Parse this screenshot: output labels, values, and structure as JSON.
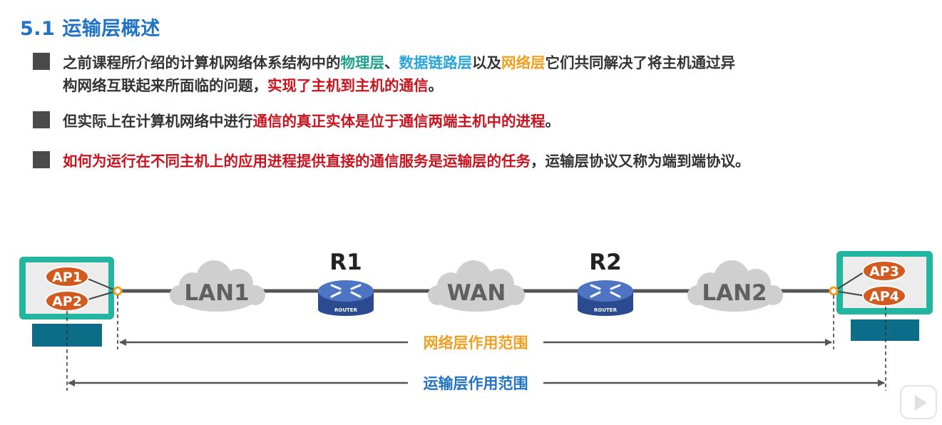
{
  "title": "5.1 运输层概述",
  "bullets": [
    {
      "line1": [
        {
          "text": "之前课程所介绍的计算机网络体系结构中的",
          "color": "dark"
        },
        {
          "text": "物理层",
          "color": "green"
        },
        {
          "text": "、",
          "color": "dark"
        },
        {
          "text": "数据链路层",
          "color": "cyan"
        },
        {
          "text": "以及",
          "color": "dark"
        },
        {
          "text": "网络层",
          "color": "orange"
        },
        {
          "text": "它们共同解决了将主机通过异",
          "color": "dark"
        }
      ],
      "line2": [
        {
          "text": "构网络互联起来所面临的问题，",
          "color": "dark"
        },
        {
          "text": "实现了主机到主机的通信",
          "color": "red"
        },
        {
          "text": "。",
          "color": "dark"
        }
      ]
    },
    {
      "line1": [
        {
          "text": "但实际上在计算机网络中进行",
          "color": "dark"
        },
        {
          "text": "通信的真正实体是位于通信两端主机中的进程",
          "color": "red"
        },
        {
          "text": "。",
          "color": "dark"
        }
      ]
    },
    {
      "line1": [
        {
          "text": "如何为运行在不同主机上的应用进程提供直接的通信服务是运输层的任务",
          "color": "red"
        },
        {
          "text": "，运输层协议又称为端到端协议。",
          "color": "dark"
        }
      ]
    }
  ],
  "diagram": {
    "left_host": {
      "processes": [
        "AP1",
        "AP2"
      ]
    },
    "right_host": {
      "processes": [
        "AP3",
        "AP4"
      ]
    },
    "clouds": [
      "LAN1",
      "WAN",
      "LAN2"
    ],
    "routers": [
      {
        "name": "R1",
        "tag": "ROUTER"
      },
      {
        "name": "R2",
        "tag": "ROUTER"
      }
    ],
    "network_scope_label": "网络层作用范围",
    "transport_scope_label": "运输层作用范围"
  },
  "colors": {
    "title": "#1f73c7",
    "green": "#1ea08c",
    "cyan": "#2aa6d8",
    "orange": "#f0a020",
    "red": "#c8141e",
    "dark": "#333333",
    "host_frame": "#22b6a0",
    "host_screen": "#ececec",
    "process_fill": "#d35a1e",
    "router_fill": "#3f5fa8",
    "cloud_fill": "#cfcfcf",
    "cloud_text": "#606060",
    "network_scope": "#f0a020",
    "transport_scope": "#1f73c7"
  },
  "icons": {
    "bullet": "square-bullet-icon",
    "router": "router-icon",
    "host": "computer-host-icon",
    "cloud": "network-cloud-icon",
    "player": "play-button-icon"
  }
}
